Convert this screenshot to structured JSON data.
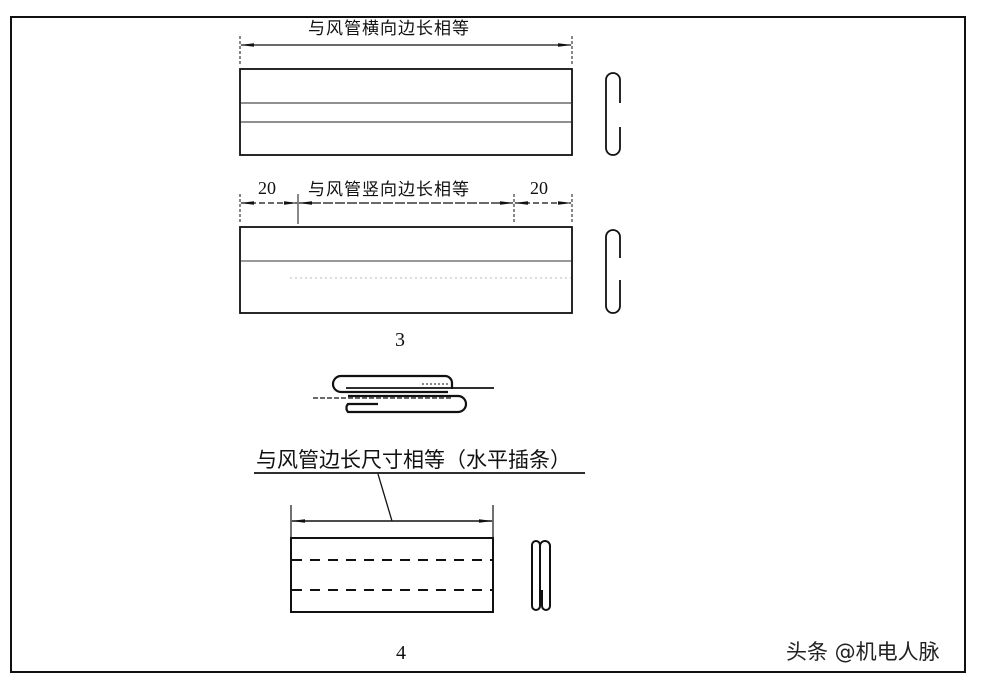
{
  "drawing": {
    "frame": {
      "stroke": "#111111"
    },
    "figure3": {
      "label": "3",
      "top_strip": {
        "dimension_label": "与风管横向边长相等"
      },
      "bottom_strip": {
        "dimension_label": "与风管竖向边长相等",
        "left_offset": "20",
        "right_offset": "20"
      }
    },
    "figure4": {
      "label": "4",
      "dimension_label": "与风管边长尺寸相等（水平插条）"
    },
    "watermark": "头条 @机电人脉"
  }
}
